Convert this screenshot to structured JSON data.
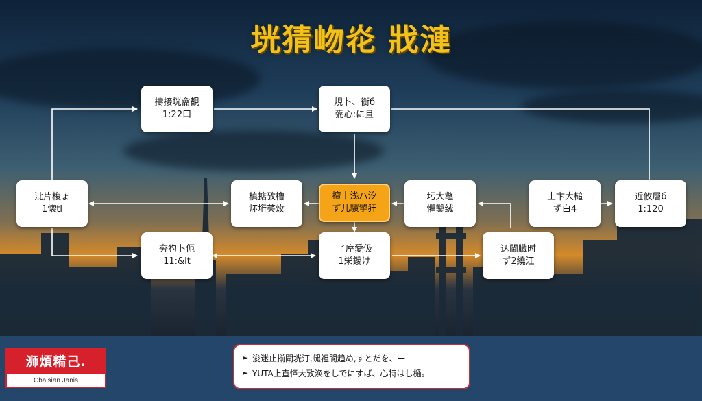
{
  "title": "垙猜岉炛 戕漣",
  "nodes": {
    "top_left": {
      "line1": "擣接垙龠覩",
      "line2": "1:22口"
    },
    "top_center": {
      "line1": "規卜、銜б",
      "line2": "弻心:に且"
    },
    "left": {
      "line1": "沘片椱ょ",
      "line2": "1懐tl"
    },
    "mid_left": {
      "line1": "槙掂攷橹",
      "line2": "炋垳芺炇"
    },
    "center": {
      "line1": "擅丰浅ハ汐",
      "line2": "ず儿騣揅犴"
    },
    "mid_right": {
      "line1": "圬大鼈",
      "line2": "懼鑿绒"
    },
    "right_a": {
      "line1": "土卞大槌",
      "line2": "ず白4"
    },
    "right_b": {
      "line1": "近攸層б",
      "line2": "1:120"
    },
    "bottom_left": {
      "line1": "夯犳卜伌",
      "line2": "11:&lt"
    },
    "bottom_center": {
      "line1": "了庢愛伋",
      "line2": "1栄鑁け"
    },
    "bottom_right": {
      "line1": "迗閫臓时",
      "line2": "ず2繞江"
    }
  },
  "footer": {
    "logo_text": "浉煩糒己.",
    "logo_subtext": "Chaisian Janis",
    "notes": [
      "浚迷止揃閘垙汀,螁袒閬趋め,すとだを、ー",
      "YUTA上直慞大攷涣をしでにすば、心特はし樋。"
    ]
  },
  "colors": {
    "title": "#f2c21a",
    "highlight_node": "#f5a417",
    "footer_bg": "#24466a",
    "logo_red": "#d6202c",
    "connector": "#ffffff"
  }
}
